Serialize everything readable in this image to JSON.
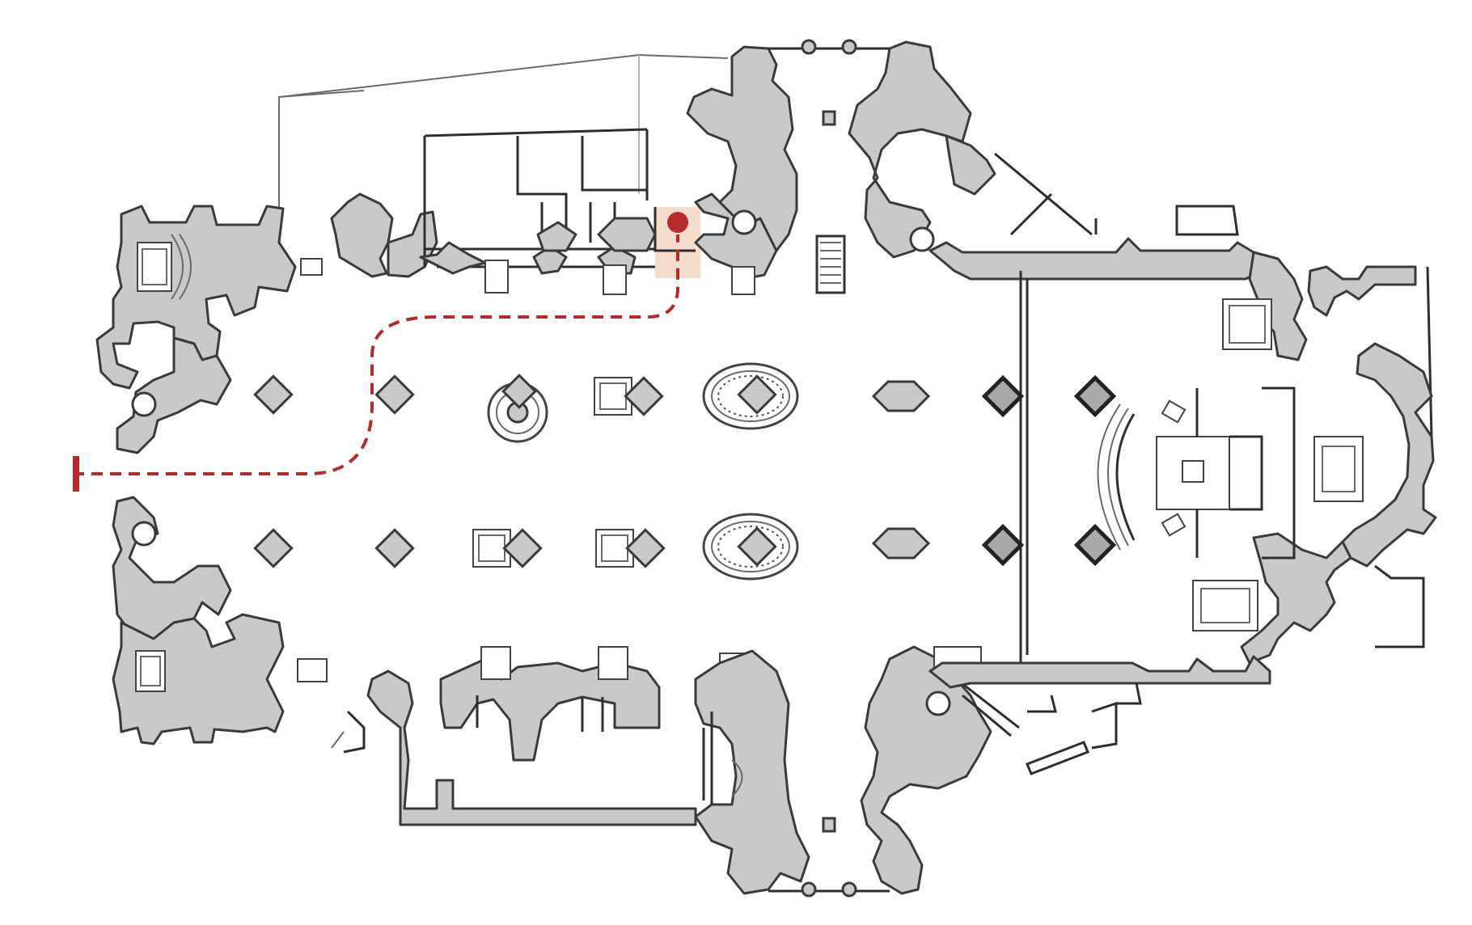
{
  "plan": {
    "accent_color": "#b52a2a",
    "highlight_color": "#f3dccb",
    "wall_color": "#c9c9c9",
    "route_style": "dashed",
    "marker": "location-pin",
    "start_marker": "entrance-bar"
  }
}
